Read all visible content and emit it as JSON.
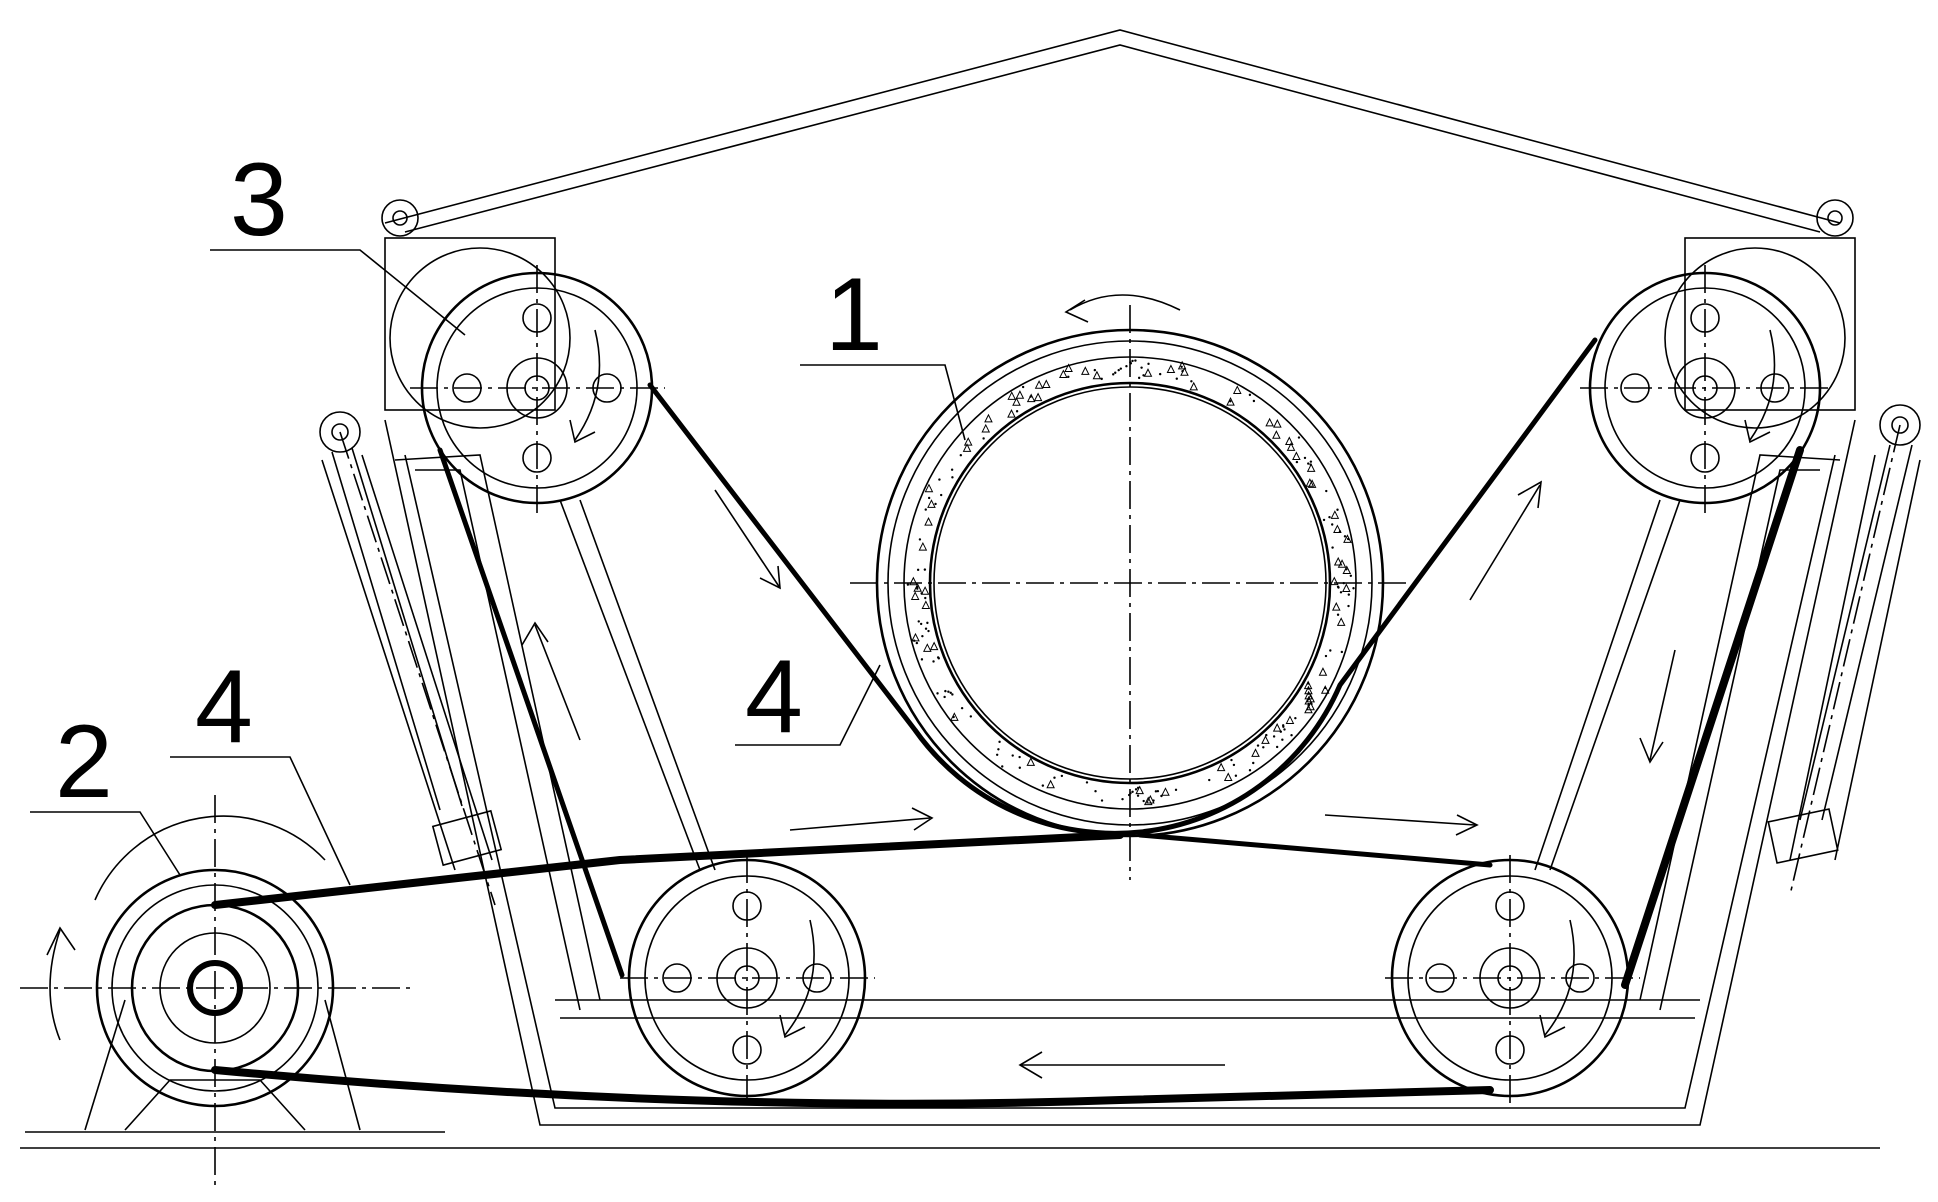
{
  "callouts": {
    "label_1": "1",
    "label_2": "2",
    "label_3": "3",
    "label_4a": "4",
    "label_4b": "4"
  }
}
